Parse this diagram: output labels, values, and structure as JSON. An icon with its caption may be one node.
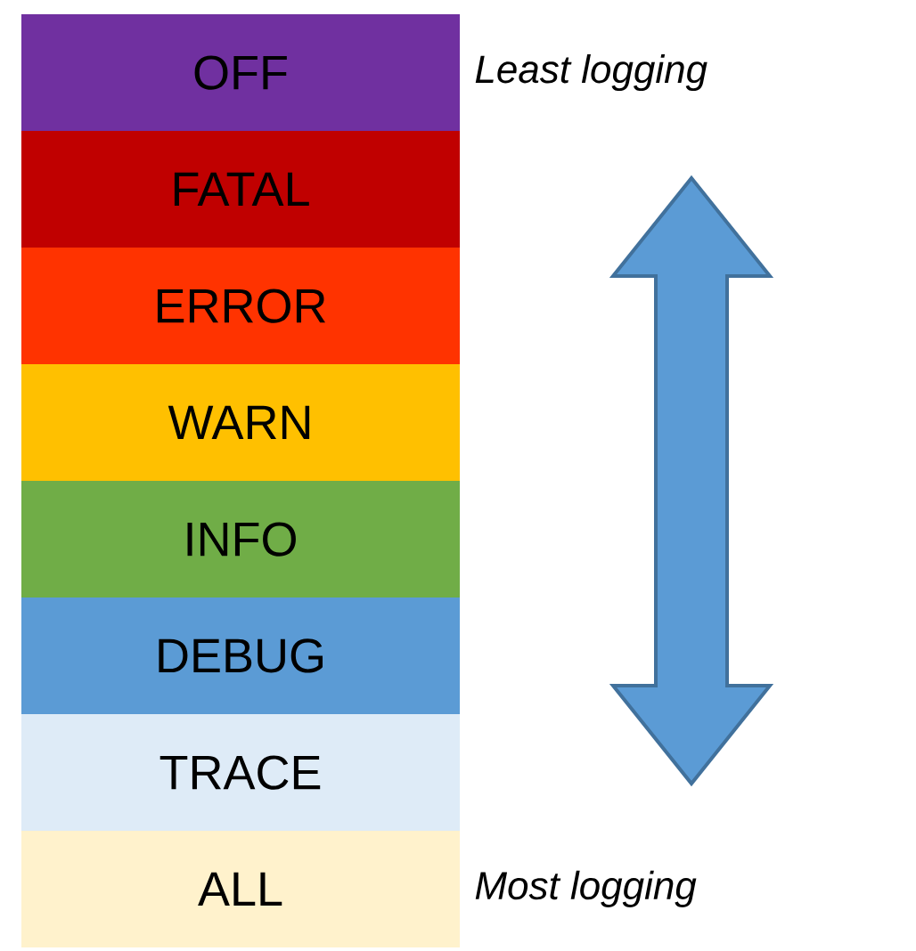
{
  "diagram": {
    "nodes": [
      {
        "text": [
          "OFF"
        ],
        "beside": [
          "Least logging"
        ]
      },
      {
        "text": [
          "FATAL"
        ]
      },
      {
        "text": [
          "ERROR"
        ]
      },
      {
        "text": [
          "WARN"
        ]
      },
      {
        "text": [
          "INFO"
        ]
      },
      {
        "text": [
          "DEBUG"
        ]
      },
      {
        "text": [
          "TRACE"
        ]
      },
      {
        "text": [
          "ALL"
        ],
        "beside": [
          "Most logging"
        ]
      }
    ]
  }
}
